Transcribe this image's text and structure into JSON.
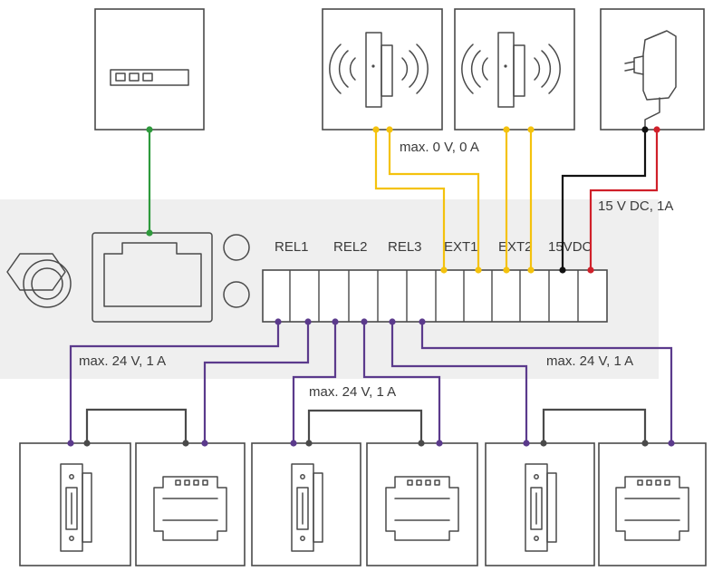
{
  "terminals": {
    "rel1": "REL1",
    "rel2": "REL2",
    "rel3": "REL3",
    "ext1": "EXT1",
    "ext2": "EXT2",
    "power": "15VDC"
  },
  "annotations": {
    "ext_rating": "max. 0 V, 0 A",
    "power_rating": "15 V DC, 1A",
    "relay1_rating": "max. 24 V, 1 A",
    "relay2_rating": "max. 24 V, 1 A",
    "relay3_rating": "max. 24 V, 1 A"
  },
  "colors": {
    "ethernet_wire": "#2e9a3c",
    "ext_wire": "#f4c20d",
    "relay_wire": "#5b3a8c",
    "power_negative": "#111111",
    "power_positive": "#d0202a",
    "panel": "#efefef"
  },
  "icons": {
    "network_switch": "network-switch-icon",
    "ext_sensor_1": "door-sensor-icon",
    "ext_sensor_2": "door-sensor-icon",
    "power_adapter": "power-adapter-icon",
    "bnc": "bnc-connector-icon",
    "rj45": "rj45-port-icon",
    "door_strike": "electric-door-strike-icon",
    "psu": "din-rail-psu-icon"
  }
}
